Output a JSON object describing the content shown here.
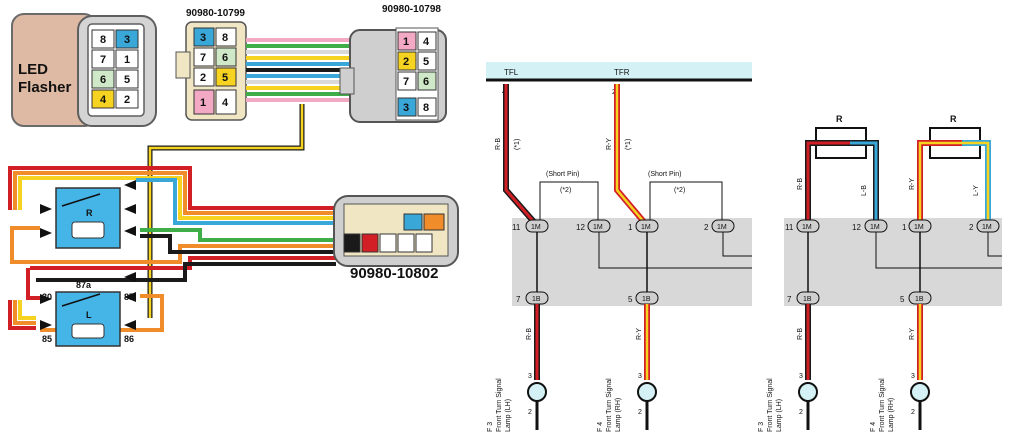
{
  "left_panel": {
    "flasher_label_1": "LED",
    "flasher_label_2": "Flasher",
    "conn_a_label": "90980-10799",
    "conn_b_label": "90980-10798",
    "conn_c_label": "90980-10802",
    "conn_a_pins": [
      "3",
      "8",
      "7",
      "6",
      "2",
      "5",
      "1",
      "4"
    ],
    "conn_b_pins": [
      "1",
      "2",
      "4",
      "6",
      "5",
      "3",
      "7",
      "8"
    ],
    "flasher_pins": [
      "3",
      "8",
      "7",
      "6",
      "5",
      "2",
      "4",
      "1"
    ],
    "relay_r_label": "R",
    "relay_l_label": "L",
    "relay_pins": [
      "87a",
      "30",
      "87",
      "85",
      "86"
    ]
  },
  "right_panel": {
    "bus_labels": [
      "TFL",
      "TFR"
    ],
    "bus_pins": [
      "4",
      "2"
    ],
    "short_pin_label": "(Short Pin)",
    "short_pin_note": "(*2)",
    "note_1": "(*1)",
    "wire_colors": [
      "R-B",
      "R-Y",
      "L-B",
      "L-Y"
    ],
    "conn_1m": "1M",
    "conn_1b": "1B",
    "pins_1m": [
      "11",
      "12",
      "1",
      "2"
    ],
    "pins_1b": [
      "7",
      "5"
    ],
    "lamp_pins": [
      "3",
      "2"
    ],
    "lamp_ids": [
      "F 3",
      "F 4"
    ],
    "lamp_name": "Front Turn Signal",
    "lamp_sides": [
      "Lamp (LH)",
      "Lamp (RH)"
    ],
    "resistor_label": "R"
  },
  "colors": {
    "red": "#d21f26",
    "black": "#1a1a1a",
    "yellow": "#f5d320",
    "blue": "#3aa7d9",
    "pink": "#f3a9c4",
    "green": "#3fae49",
    "orange": "#f08c2a",
    "relay_blue": "#45b4e6",
    "flasher_tan": "#deb9a3",
    "connector_grey": "#dcdcdc",
    "bus_cyan": "#d4f2f6",
    "gray_band": "#d8d8d8"
  }
}
